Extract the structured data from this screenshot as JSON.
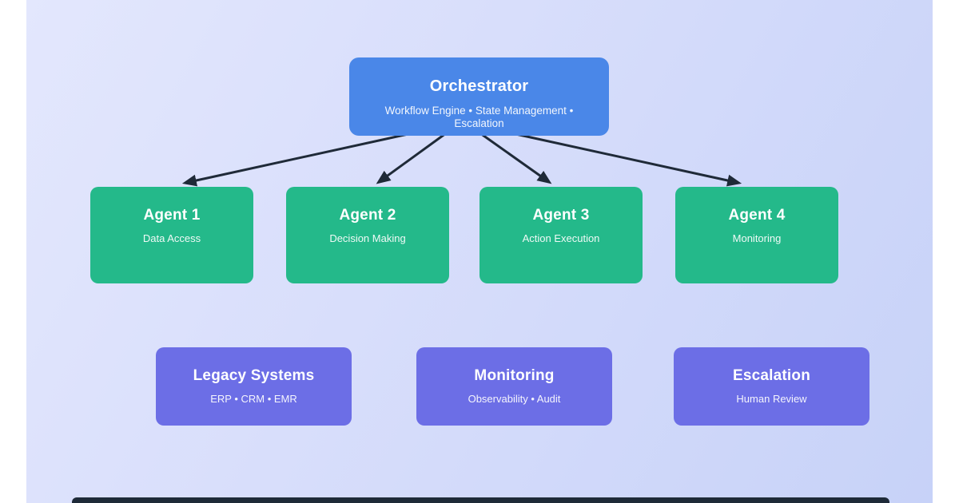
{
  "diagram": {
    "orchestrator": {
      "title": "Orchestrator",
      "subtitle": "Workflow Engine • State Management • Escalation"
    },
    "agents": [
      {
        "title": "Agent 1",
        "subtitle": "Data Access"
      },
      {
        "title": "Agent 2",
        "subtitle": "Decision Making"
      },
      {
        "title": "Agent 3",
        "subtitle": "Action Execution"
      },
      {
        "title": "Agent 4",
        "subtitle": "Monitoring"
      }
    ],
    "integrations": [
      {
        "title": "Legacy Systems",
        "subtitle": "ERP • CRM • EMR"
      },
      {
        "title": "Monitoring",
        "subtitle": "Observability • Audit"
      },
      {
        "title": "Escalation",
        "subtitle": "Human Review"
      }
    ],
    "connections": [
      {
        "from": "Orchestrator",
        "to": "Agent 1"
      },
      {
        "from": "Orchestrator",
        "to": "Agent 2"
      },
      {
        "from": "Orchestrator",
        "to": "Agent 3"
      },
      {
        "from": "Orchestrator",
        "to": "Agent 4"
      }
    ],
    "colors": {
      "orchestrator_box": "#4a87e8",
      "agent_box": "#24b98a",
      "integration_box": "#6c6ee6",
      "arrow": "#1f2a38",
      "background_gradient_start": "#e3e7fd",
      "background_gradient_end": "#c7d2f8",
      "page_margin": "#ffffff",
      "bottom_window_edge": "#1e2a38",
      "text": "#ffffff"
    }
  }
}
